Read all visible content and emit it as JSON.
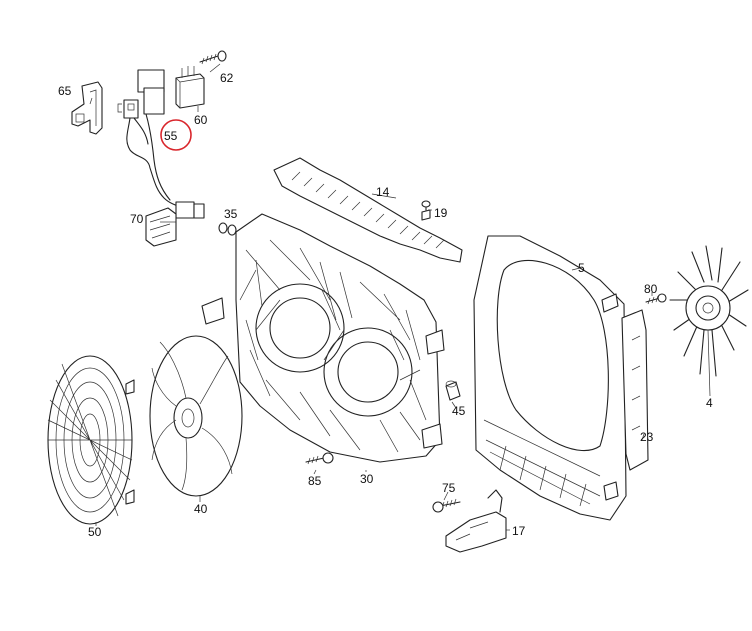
{
  "diagram": {
    "highlight_color": "#d9262c",
    "line_color": "#222222",
    "background": "#ffffff",
    "callouts": {
      "p65": "65",
      "p55": "55",
      "p62": "62",
      "p60": "60",
      "p70": "70",
      "p35": "35",
      "p14": "14",
      "p19": "19",
      "p5": "5",
      "p80": "80",
      "p4": "4",
      "p45": "45",
      "p23": "23",
      "p85": "85",
      "p30": "30",
      "p75": "75",
      "p17": "17",
      "p40": "40",
      "p50": "50"
    },
    "highlighted_part": "55"
  }
}
